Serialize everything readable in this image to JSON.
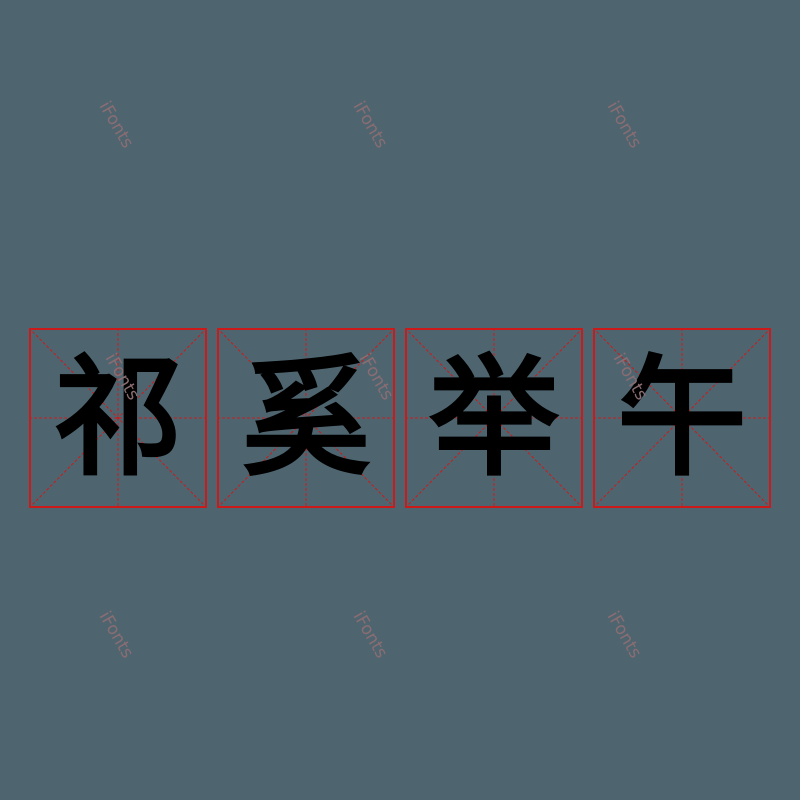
{
  "watermark": {
    "text": "iFonts",
    "color": "#8a6d72"
  },
  "grid": {
    "color": "#cc1a1a",
    "background": "#4e6570"
  },
  "characters": [
    {
      "glyph": "祁"
    },
    {
      "glyph": "奚"
    },
    {
      "glyph": "举"
    },
    {
      "glyph": "午"
    }
  ]
}
